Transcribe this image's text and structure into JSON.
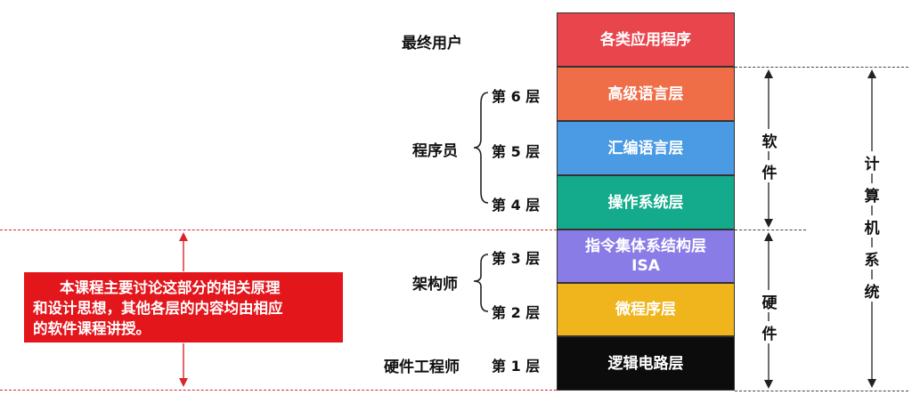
{
  "roles": {
    "end_user": "最终用户",
    "programmer": "程序员",
    "architect": "架构师",
    "hw_engineer": "硬件工程师"
  },
  "levels": [
    "第 6 层",
    "第 5 层",
    "第 4 层",
    "第 3 层",
    "第 2 层",
    "第 1 层"
  ],
  "layers": [
    {
      "label": "各类应用程序",
      "color": "#e8454d"
    },
    {
      "label": "高级语言层",
      "color": "#ef6d47"
    },
    {
      "label": "汇编语言层",
      "color": "#4a9be3"
    },
    {
      "label": "操作系统层",
      "color": "#13ab8b"
    },
    {
      "label": "指令集体系结构层",
      "sublabel": "ISA",
      "color": "#8a7ce6"
    },
    {
      "label": "微程序层",
      "color": "#f0b51c"
    },
    {
      "label": "逻辑电路层",
      "color": "#0c0c0c"
    }
  ],
  "software": [
    "软",
    "件"
  ],
  "hardware": [
    "硬",
    "件"
  ],
  "computer_system": [
    "计",
    "算",
    "机",
    "系",
    "统"
  ],
  "note": {
    "line1": "本课程主要讨论这部分的相关原理",
    "line2": "和设计思想，其他各层的内容均由相应",
    "line3": "的软件课程讲授。"
  }
}
